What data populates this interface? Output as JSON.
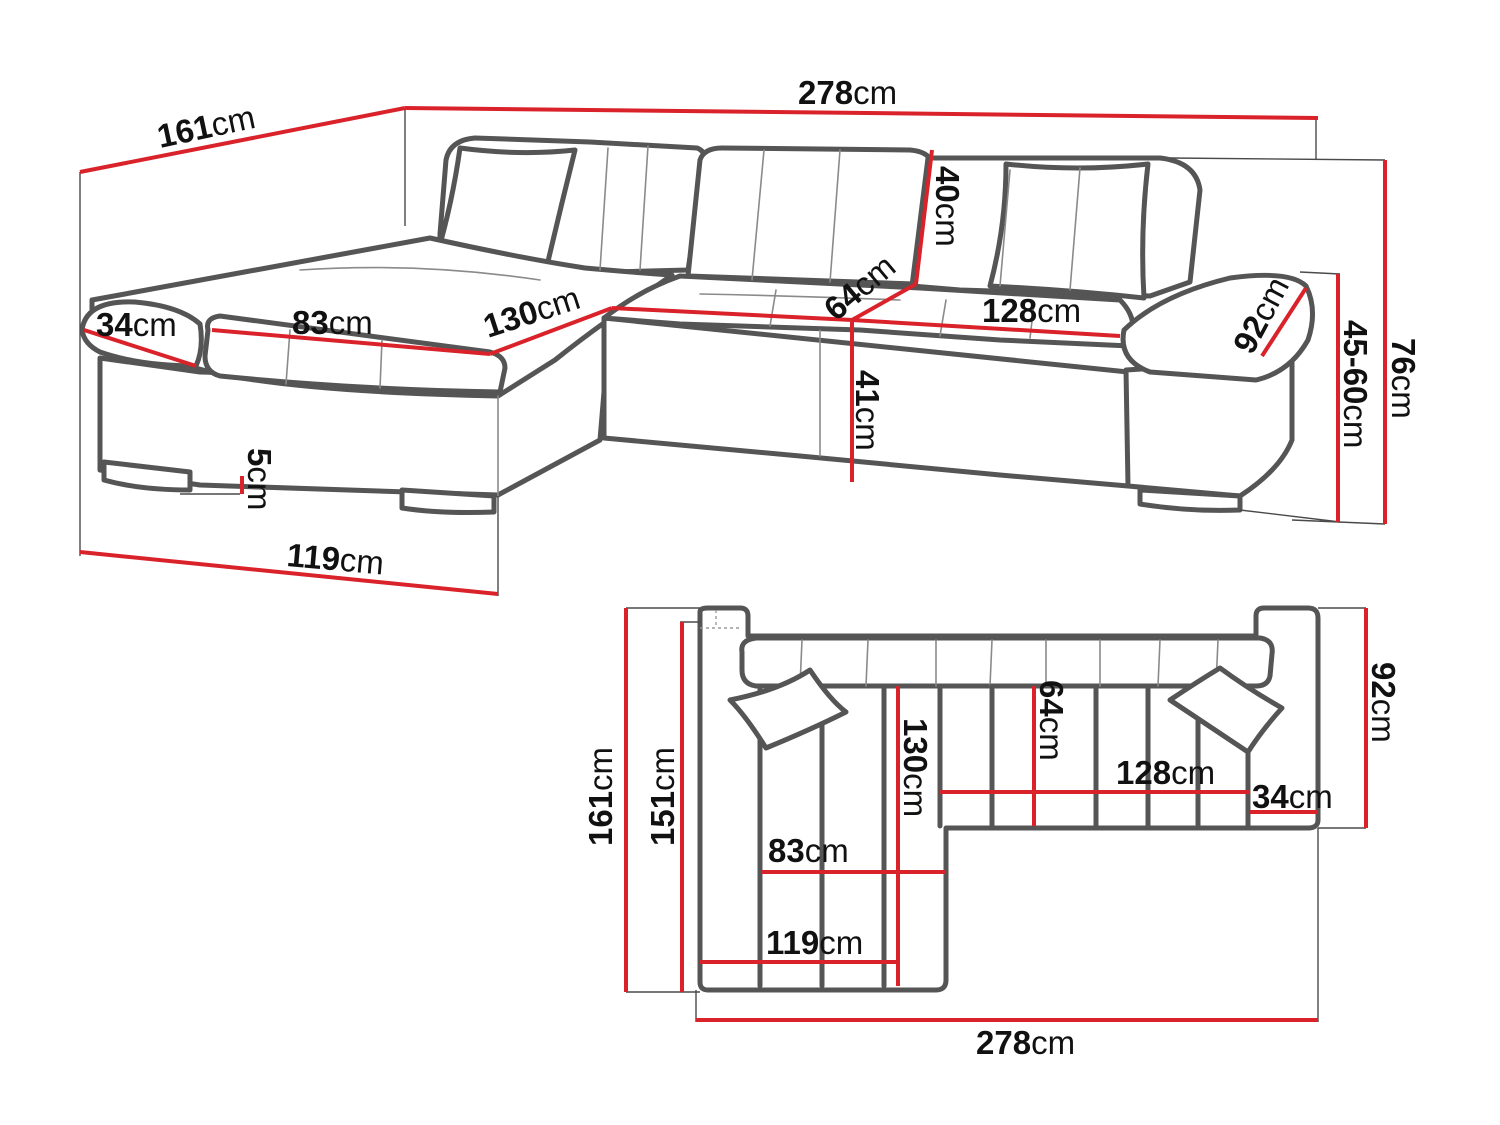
{
  "unit": "cm",
  "colors": {
    "dimension_line": "#d9222a",
    "outline": "#555555",
    "text": "#111111"
  },
  "perspective_view": {
    "width": {
      "value": "278",
      "unit": "cm"
    },
    "depth": {
      "value": "161",
      "unit": "cm"
    },
    "armrest_depth": {
      "value": "34",
      "unit": "cm"
    },
    "chaise_width": {
      "value": "83",
      "unit": "cm"
    },
    "chaise_length": {
      "value": "130",
      "unit": "cm"
    },
    "backrest_height": {
      "value": "40",
      "unit": "cm"
    },
    "seat_depth": {
      "value": "64",
      "unit": "cm"
    },
    "seat_width": {
      "value": "128",
      "unit": "cm"
    },
    "armrest_length": {
      "value": "92",
      "unit": "cm"
    },
    "seat_height": {
      "value": "41",
      "unit": "cm"
    },
    "leg_height": {
      "value": "5",
      "unit": "cm"
    },
    "armrest_height": {
      "value": "45-60",
      "unit": "cm"
    },
    "total_height": {
      "value": "76",
      "unit": "cm"
    },
    "chaise_depth": {
      "value": "119",
      "unit": "cm"
    }
  },
  "top_view": {
    "depth": {
      "value": "161",
      "unit": "cm"
    },
    "chaise_total": {
      "value": "151",
      "unit": "cm"
    },
    "chaise_length": {
      "value": "130",
      "unit": "cm"
    },
    "seat_depth": {
      "value": "64",
      "unit": "cm"
    },
    "side_depth": {
      "value": "92",
      "unit": "cm"
    },
    "seat_width": {
      "value": "128",
      "unit": "cm"
    },
    "armrest_width": {
      "value": "34",
      "unit": "cm"
    },
    "chaise_width": {
      "value": "83",
      "unit": "cm"
    },
    "chaise_depth": {
      "value": "119",
      "unit": "cm"
    },
    "width": {
      "value": "278",
      "unit": "cm"
    }
  }
}
